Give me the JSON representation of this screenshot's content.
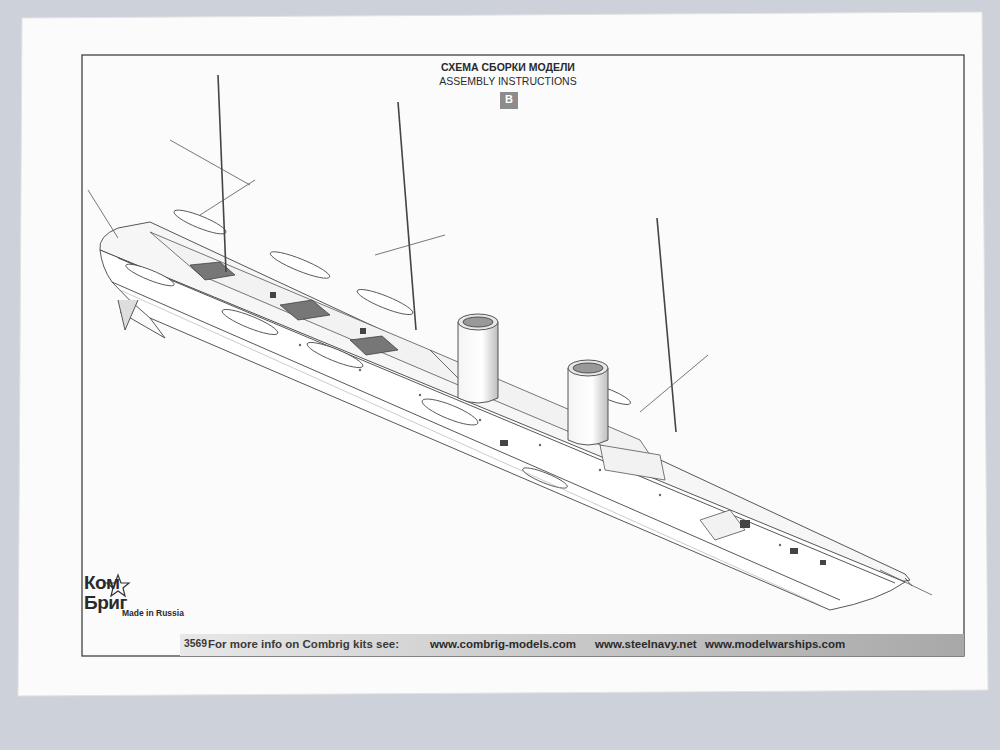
{
  "diagram": {
    "title": "СХЕМА СБОРКИ МОДЕЛИ",
    "nodes": [
      {
        "text": [
          "B"
        ]
      },
      {
        "text": [
          "3569",
          "For more info on Combrig kits see:",
          "www.combrig-models.com",
          "www.steelnavy.net",
          "www.modelwarships.com"
        ]
      }
    ],
    "labels": [
      "ASSEMBLY INSTRUCTIONS",
      "Ком",
      "Бриг",
      "Made in Russia"
    ]
  }
}
